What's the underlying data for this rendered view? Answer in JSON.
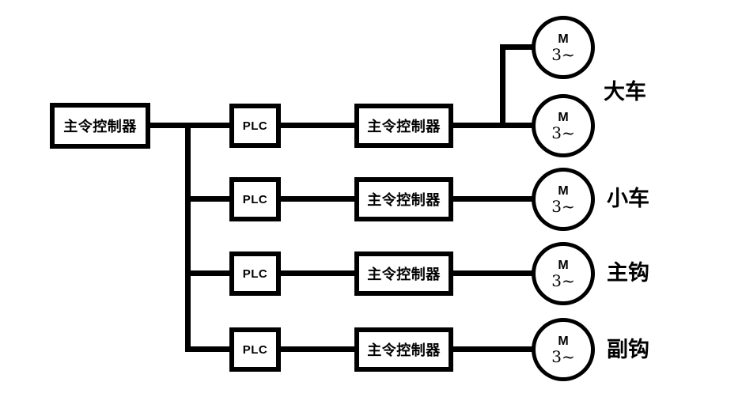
{
  "colors": {
    "line": "#000000",
    "background": "#ffffff"
  },
  "master": {
    "label": "主令控制器"
  },
  "rows": [
    {
      "plc_label": "PLC",
      "controller_label": "主令控制器",
      "group_label": "大车",
      "motors": [
        {
          "letter": "M",
          "phase": "3~"
        },
        {
          "letter": "M",
          "phase": "3~"
        }
      ]
    },
    {
      "plc_label": "PLC",
      "controller_label": "主令控制器",
      "group_label": "小车",
      "motors": [
        {
          "letter": "M",
          "phase": "3~"
        }
      ]
    },
    {
      "plc_label": "PLC",
      "controller_label": "主令控制器",
      "group_label": "主钩",
      "motors": [
        {
          "letter": "M",
          "phase": "3~"
        }
      ]
    },
    {
      "plc_label": "PLC",
      "controller_label": "主令控制器",
      "group_label": "副钩",
      "motors": [
        {
          "letter": "M",
          "phase": "3~"
        }
      ]
    }
  ]
}
